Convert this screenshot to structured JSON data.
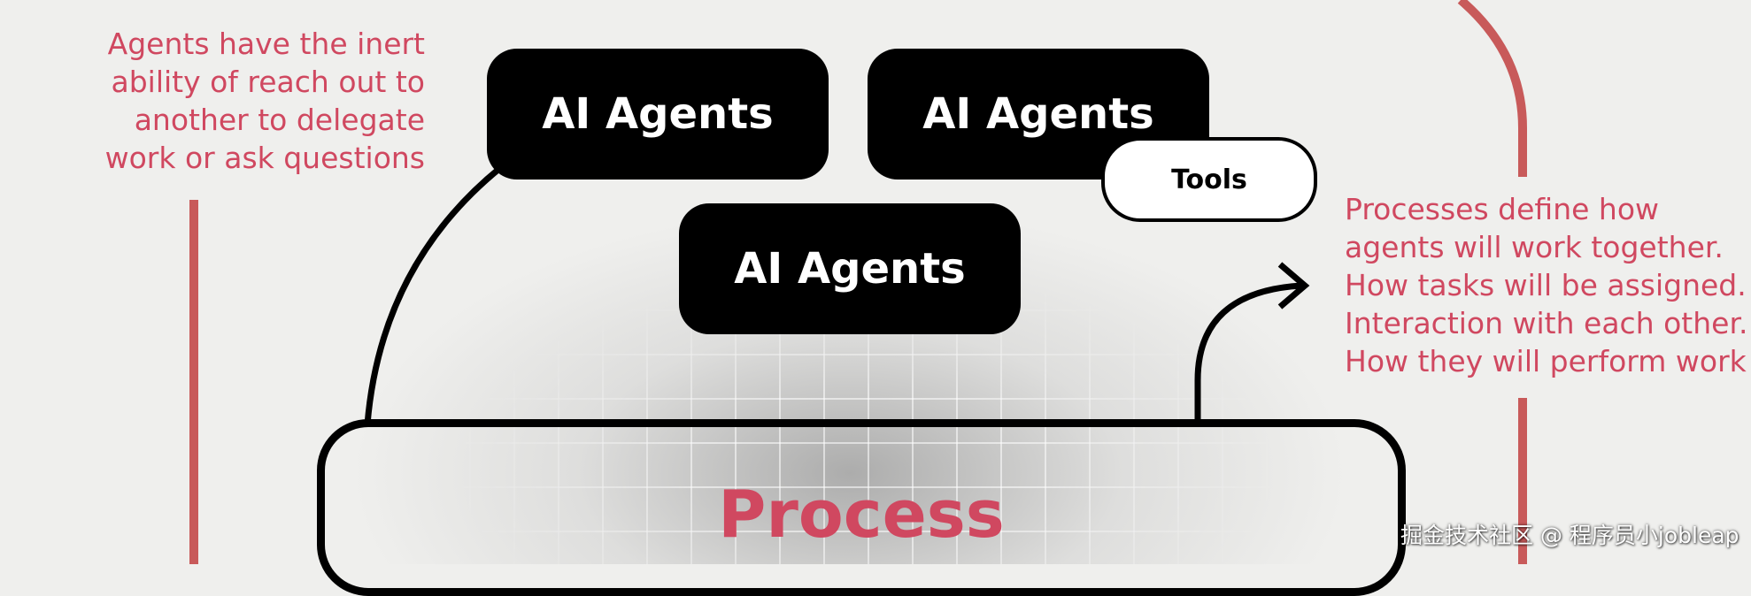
{
  "colors": {
    "background": "#efefed",
    "accent": "#d04860",
    "line": "#c85a5a",
    "box": "#000000"
  },
  "notes": {
    "left": "Agents have the inert\nability of reach out to\nanother to delegate\nwork or ask questions",
    "right": "Processes define how\nagents will work together.\nHow tasks will be assigned.\nInteraction with each other.\nHow they will perform work"
  },
  "agents": [
    {
      "label": "AI Agents"
    },
    {
      "label": "AI Agents"
    },
    {
      "label": "AI Agents"
    }
  ],
  "tools": {
    "label": "Tools"
  },
  "process": {
    "label": "Process"
  },
  "watermark": "掘金技术社区 @ 程序员小jobleap"
}
